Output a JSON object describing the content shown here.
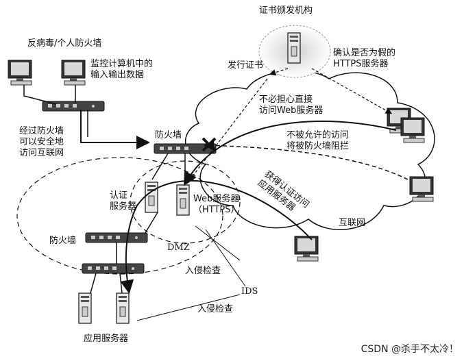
{
  "labels": {
    "ca": "证书颁发机构",
    "personal_fw": "反病毒/个人防火墙",
    "monitor": "监控计算机中的\n输入输出数据",
    "issue_cert": "发行证书",
    "confirm_https": "确认是否为假的\nHTTPS服务器",
    "no_worry": "不必担心直接\n访问Web服务器",
    "safe_access": "经过防火墙\n可以安全地\n访问互联网",
    "firewall_top": "防火墙",
    "blocked": "不被允许的访问\n将被防火墙阻拦",
    "auth_server": "认证\n服务器",
    "web_server": "Web服务器\n（HTTPS）",
    "authorized": "获得认证访问\n应用服务器",
    "internet": "互联网",
    "firewall_bottom": "防火墙",
    "dmz": "DMZ",
    "intrusion1": "入侵检查",
    "ids": "IDS",
    "intrusion2": "入侵检查",
    "app_server": "应用服务器"
  },
  "watermark": "CSDN @杀手不太冷！",
  "icons": {
    "blocked_mark": "x-mark-icon"
  }
}
